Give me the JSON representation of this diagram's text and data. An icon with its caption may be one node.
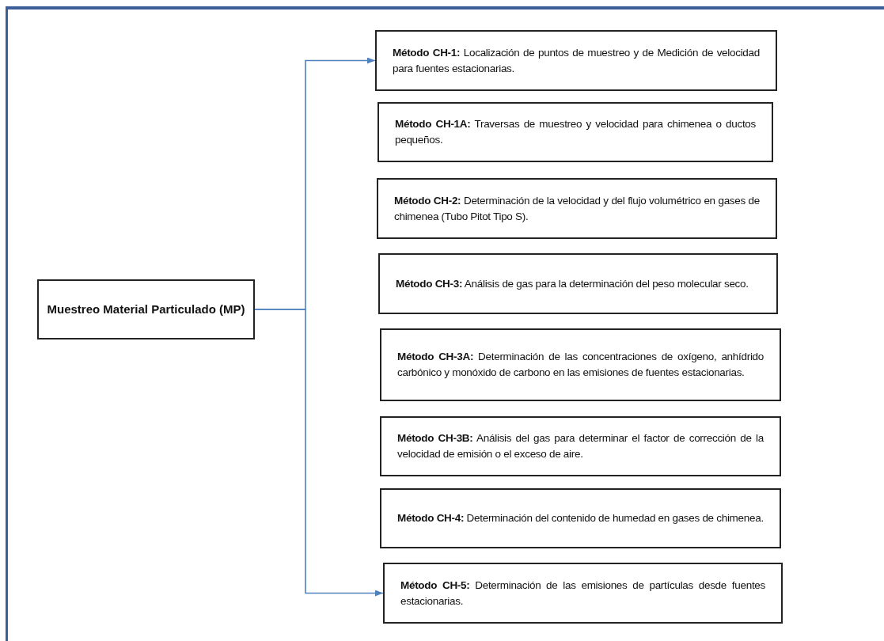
{
  "diagram": {
    "nodes": [
      {
        "text": [
          "Muestreo Material Particulado (MP)"
        ]
      },
      {
        "text": [
          "**Método CH-1:** Localización de puntos de muestreo y de Medición de velocidad para fuentes estacionarias."
        ]
      },
      {
        "text": [
          "**Método CH-1A:** Traversas de muestreo y velocidad para chimenea o ductos pequeños."
        ]
      },
      {
        "text": [
          "**Método CH-2:** Determinación de la velocidad y del flujo volumétrico en gases de chimenea (Tubo Pitot Tipo S)."
        ]
      },
      {
        "text": [
          "**Método CH-3:** Análisis de gas para la determinación del peso molecular seco."
        ]
      },
      {
        "text": [
          "**Método CH-3A:** Determinación de las concentraciones de oxígeno, anhídrido carbónico y monóxido de carbono en las emisiones de fuentes estacionarias."
        ]
      },
      {
        "text": [
          "**Método CH-3B:** Análisis del gas para determinar el factor de corrección de la velocidad de emisión o el exceso de aire."
        ]
      },
      {
        "text": [
          "**Método CH-4:** Determinación del contenido de humedad en gases de chimenea."
        ]
      },
      {
        "text": [
          "**Método CH-5:** Determinación de las emisiones de partículas desde fuentes estacionarias."
        ]
      }
    ],
    "edges": [
      {
        "from": 0,
        "to": 1,
        "arrow": "to"
      },
      {
        "from": 0,
        "to": 8,
        "arrow": "to"
      }
    ]
  }
}
